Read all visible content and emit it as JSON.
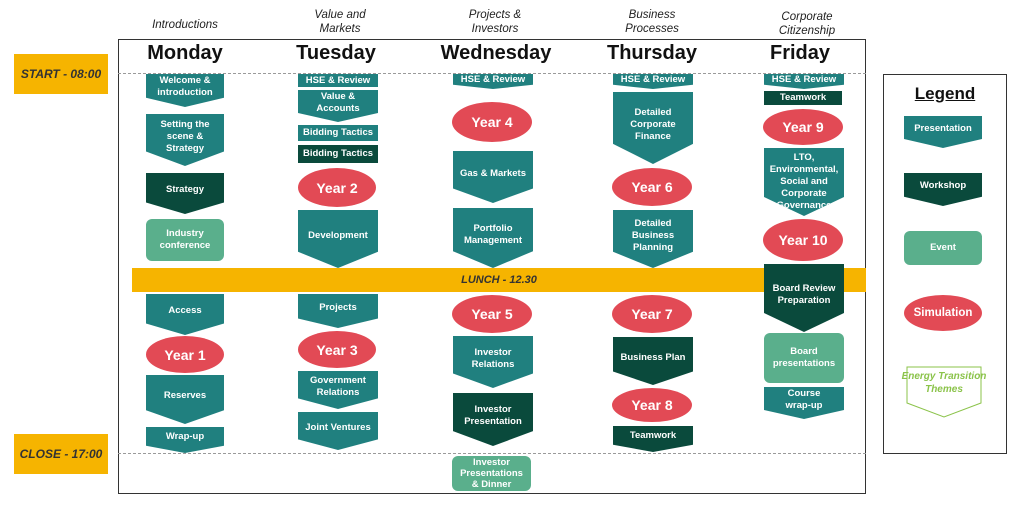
{
  "themes": [
    "Introductions",
    "Value and\nMarkets",
    "Projects &\nInvestors",
    "Business\nProcesses",
    "Corporate\nCitizenship"
  ],
  "days": [
    "Monday",
    "Tuesday",
    "Wednesday",
    "Thursday",
    "Friday"
  ],
  "start_label": "START - 08:00",
  "close_label": "CLOSE - 17:00",
  "lunch_label": "LUNCH - 12.30",
  "blocks": {
    "mon_welcome": "Welcome &\nintroduction",
    "mon_scene": "Setting the\nscene &\nStrategy",
    "mon_strategy": "Strategy",
    "mon_industry": "Industry\nconference",
    "mon_access": "Access",
    "mon_year1": "Year 1",
    "mon_reserves": "Reserves",
    "mon_wrapup": "Wrap-up",
    "tue_hse": "HSE & Review",
    "tue_value": "Value &\nAccounts",
    "tue_bid1": "Bidding Tactics",
    "tue_bid2": "Bidding Tactics",
    "tue_year2": "Year 2",
    "tue_dev": "Development",
    "tue_projects": "Projects",
    "tue_year3": "Year 3",
    "tue_gov": "Government\nRelations",
    "tue_jv": "Joint Ventures",
    "wed_hse": "HSE & Review",
    "wed_year4": "Year 4",
    "wed_gas": "Gas & Markets",
    "wed_portfolio": "Portfolio\nManagement",
    "wed_year5": "Year 5",
    "wed_investor_rel": "Investor\nRelations",
    "wed_investor_pres": "Investor\nPresentation",
    "wed_dinner": "Investor\nPresentations\n& Dinner",
    "thu_hse": "HSE & Review",
    "thu_finance": "Detailed\nCorporate\nFinance",
    "thu_year6": "Year 6",
    "thu_planning": "Detailed\nBusiness\nPlanning",
    "thu_year7": "Year 7",
    "thu_bizplan": "Business Plan",
    "thu_year8": "Year 8",
    "thu_teamwork": "Teamwork",
    "fri_hse": "HSE & Review",
    "fri_teamwork": "Teamwork",
    "fri_year9": "Year 9",
    "fri_lto": "LTO,\nEnvironmental,\nSocial and\nCorporate\nGovernance",
    "fri_year10": "Year 10",
    "fri_board_review": "Board Review\nPreparation",
    "fri_board_pres": "Board\npresentations",
    "fri_course_wrap": "Course\nwrap-up"
  },
  "legend": {
    "title": "Legend",
    "presentation": "Presentation",
    "workshop": "Workshop",
    "event": "Event",
    "simulation": "Simulation",
    "energy": "Energy Transition\nThemes"
  },
  "colors": {
    "presentation": "#20807f",
    "workshop": "#0a4a3c",
    "event": "#5aaf8c",
    "simulation": "#e24a55",
    "time_bar": "#f6b400",
    "energy_theme": "#8bc34a"
  }
}
